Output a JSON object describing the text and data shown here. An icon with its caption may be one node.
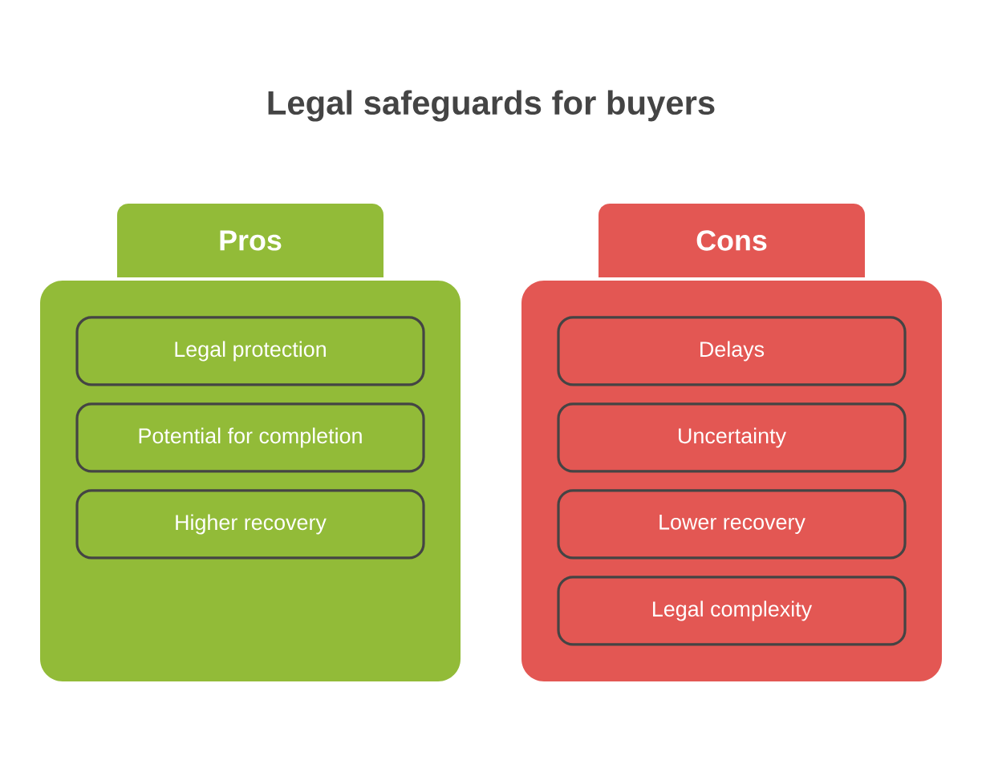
{
  "diagram": {
    "title": "Legal safeguards for buyers",
    "nodes": [
      {
        "text": [
          "Pros"
        ]
      },
      {
        "text": [
          "Legal protection"
        ],
        "in": 0
      },
      {
        "text": [
          "Potential for completion"
        ],
        "in": 0
      },
      {
        "text": [
          "Higher recovery"
        ],
        "in": 0
      },
      {
        "text": [
          "Cons"
        ]
      },
      {
        "text": [
          "Delays"
        ],
        "in": 4
      },
      {
        "text": [
          "Uncertainty"
        ],
        "in": 4
      },
      {
        "text": [
          "Lower recovery"
        ],
        "in": 4
      },
      {
        "text": [
          "Legal complexity"
        ],
        "in": 4
      }
    ]
  }
}
